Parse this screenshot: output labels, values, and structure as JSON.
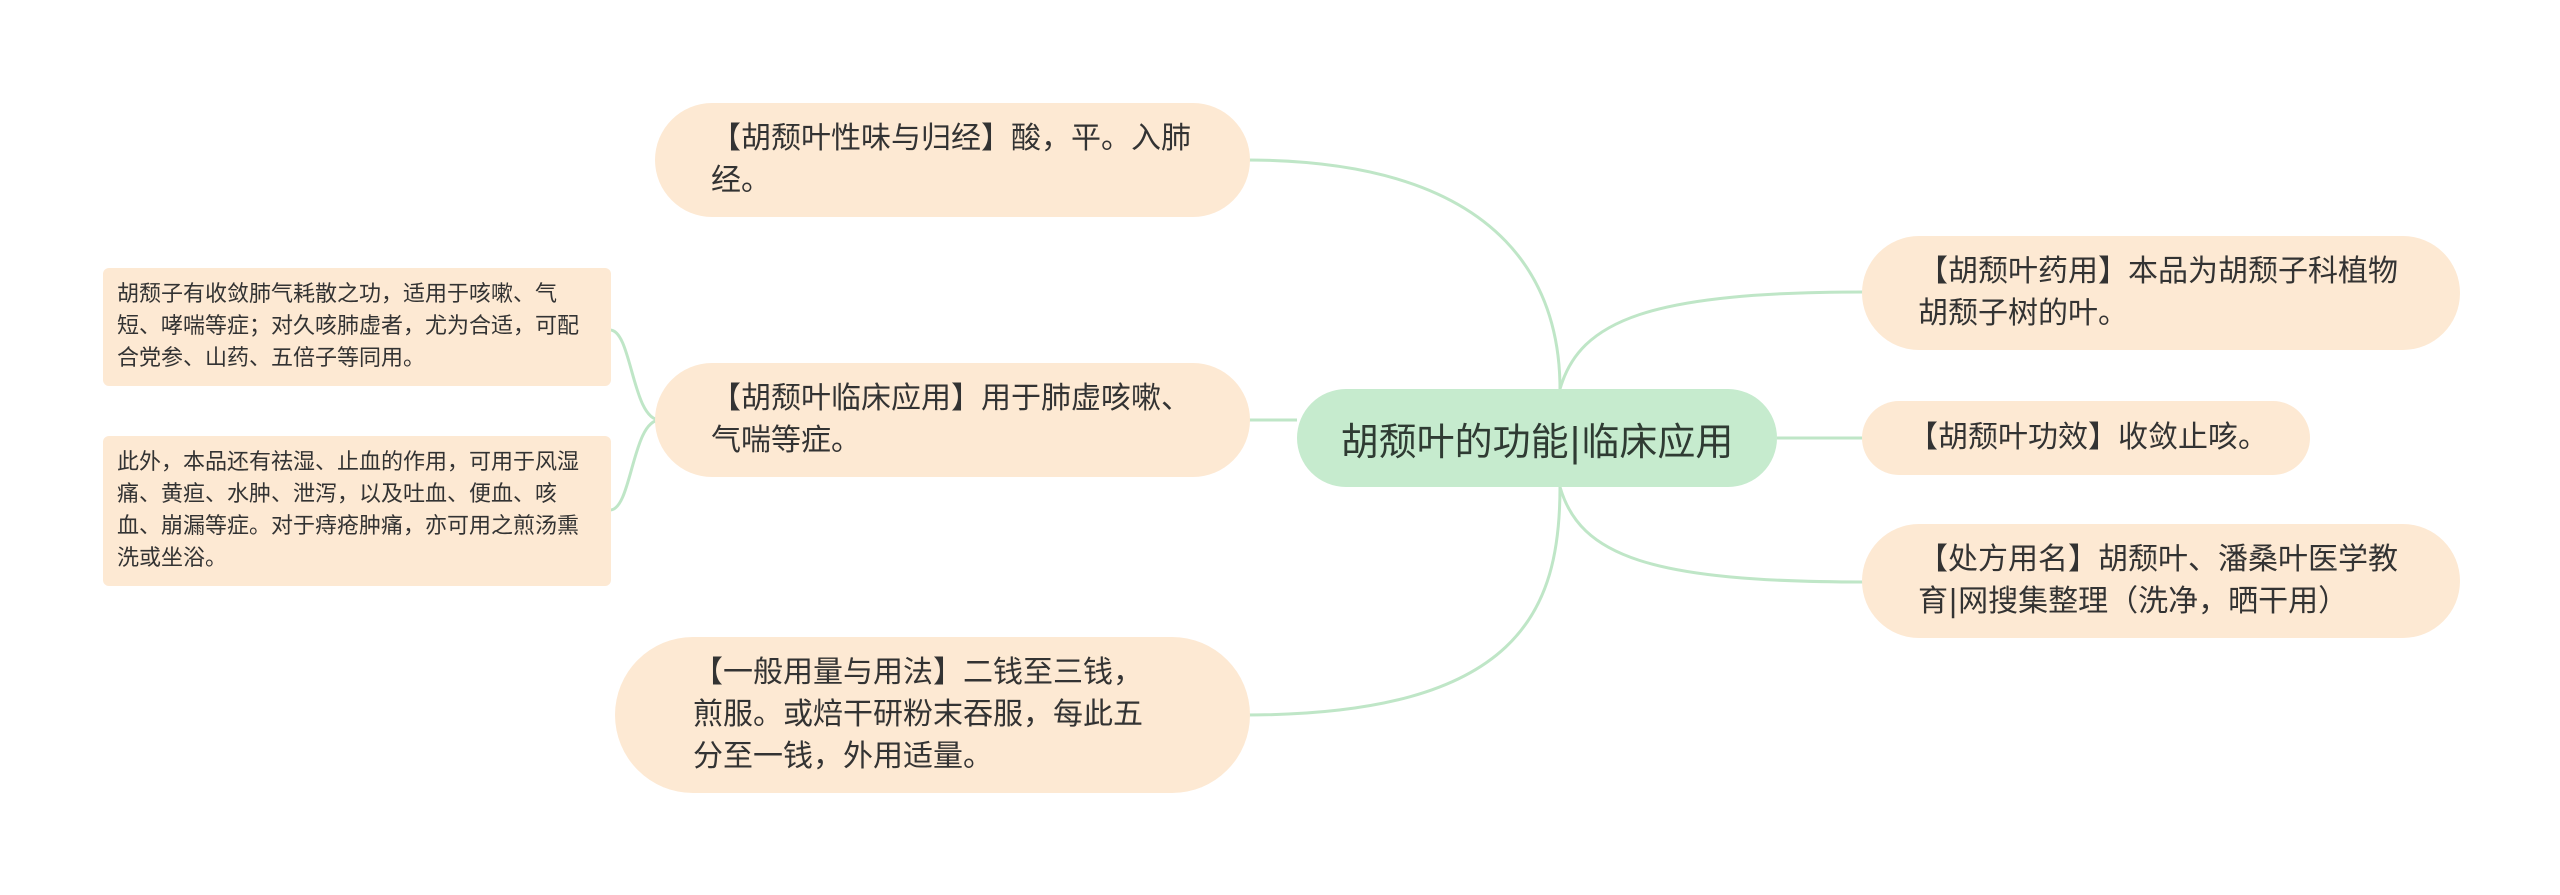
{
  "center": {
    "label": "胡颓叶的功能|临床应用"
  },
  "left": [
    {
      "label": "【胡颓叶性味与归经】酸，平。入肺经。"
    },
    {
      "label": "【胡颓叶临床应用】用于肺虚咳嗽、气喘等症。"
    },
    {
      "label": "【一般用量与用法】二钱至三钱，煎服。或焙干研粉末吞服，每此五分至一钱，外用适量。"
    }
  ],
  "right": [
    {
      "label": "【胡颓叶药用】本品为胡颓子科植物胡颓子树的叶。"
    },
    {
      "label": "【胡颓叶功效】收敛止咳。"
    },
    {
      "label": "【处方用名】胡颓叶、潘桑叶医学教育|网搜集整理（洗净，晒干用）"
    }
  ],
  "details": [
    {
      "label": "胡颓子有收敛肺气耗散之功，适用于咳嗽、气短、哮喘等症；对久咳肺虚者，尤为合适，可配合党参、山药、五倍子等同用。"
    },
    {
      "label": "此外，本品还有祛湿、止血的作用，可用于风湿痛、黄疸、水肿、泄泻，以及吐血、便血、咳血、崩漏等症。对于痔疮肿痛，亦可用之煎汤熏洗或坐浴。"
    }
  ],
  "colors": {
    "center_fill": "#c6ebce",
    "node_fill": "#fde9d3",
    "link": "#bfe6c7"
  }
}
